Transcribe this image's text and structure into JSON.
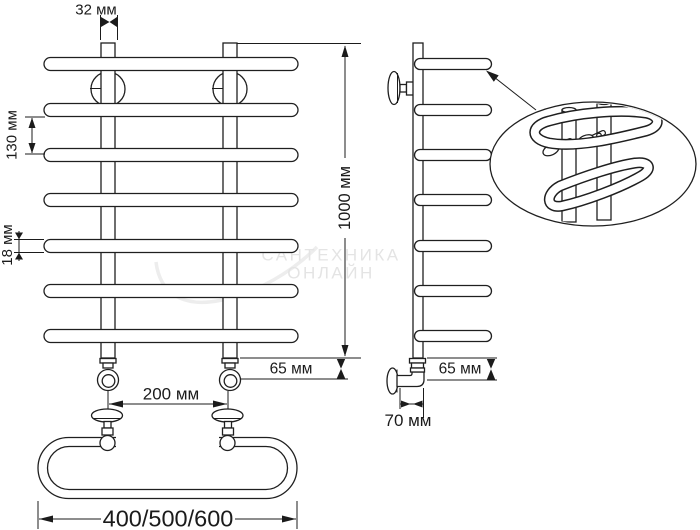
{
  "drawing": {
    "dimensions": {
      "post_width": "32 мм",
      "bar_spacing": "130 мм",
      "bar_diameter": "18 мм",
      "height": "1000 мм",
      "front_bottom_offset": "65 мм",
      "mount_spacing": "200 мм",
      "width_options": "400/500/600",
      "side_bottom_offset": "65 мм",
      "wall_offset": "70 мм"
    },
    "watermark": {
      "line1": "САНТЕХНИКА",
      "line2": "ОНЛАЙН"
    }
  }
}
